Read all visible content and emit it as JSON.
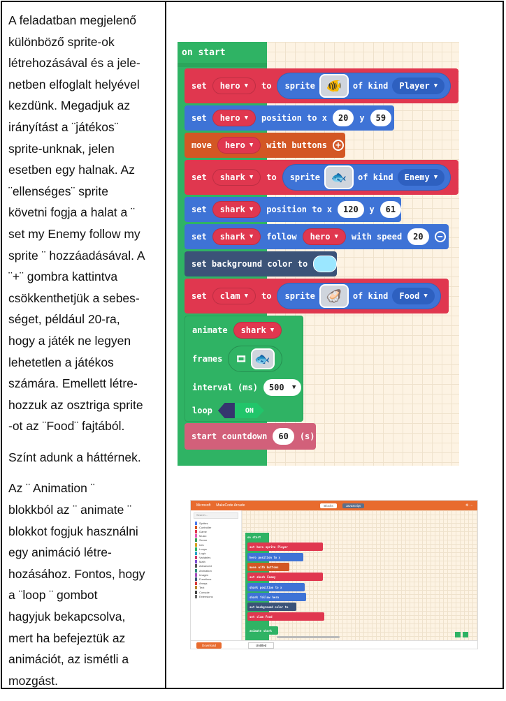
{
  "paragraphs": [
    "A feladatban megjelenő\nkülönböző sprite-ok\nlétrehozásával és a jele-\nnetben elfoglalt helyével\nkezdünk. Megadjuk az\nirányítást a ¨játékos¨\nsprite-unknak, jelen\nesetben egy halnak. Az\n¨ellenséges¨ sprite\nkövetni fogja a halat a ¨\nset my Enemy follow my\nsprite ¨ hozzáadásával. A\n¨+¨ gombra kattintva\ncsökkenthetjük a sebes-\nséget, például 20-ra,\nhogy a játék ne legyen\nlehetetlen a játékos\nszámára. Emellett létre-\nhozzuk az osztriga sprite\n-ot az ¨Food¨ fajtából.",
    "Színt adunk a háttérnek.",
    "Az ¨ Animation ¨\nblokkból az ¨ animate ¨\nblokkot fogjuk használni\negy animáció létre-\nhozásához. Fontos, hogy\na ¨loop ¨ gombot\nhagyjuk bekapcsolva,\nmert ha befejeztük az\nanimációt, az ismétli a\nmozgást."
  ],
  "blocks": {
    "on_start": "on start",
    "set": "set",
    "to": "to",
    "sprite": "sprite",
    "of_kind": "of kind",
    "position_to_x": "position to x",
    "y": "y",
    "move": "move",
    "with_buttons": "with buttons",
    "follow": "follow",
    "with_speed": "with speed",
    "set_background_color_to": "set background color to",
    "animate": "animate",
    "frames": "frames",
    "interval_ms": "interval (ms)",
    "loop": "loop",
    "on": "ON",
    "start_countdown": "start countdown",
    "seconds": "(s)",
    "hero": "hero",
    "shark": "shark",
    "clam": "clam",
    "player": "Player",
    "enemy": "Enemy",
    "food": "Food",
    "hero_x": "20",
    "hero_y": "59",
    "shark_x": "120",
    "shark_y": "61",
    "speed": "20",
    "interval": "500",
    "countdown": "60"
  },
  "mini": {
    "brand": "Microsoft",
    "product": "MakeCode Arcade",
    "tab_blocks": "Blocks",
    "tab_js": "JavaScript",
    "search": "Search...",
    "categories": [
      "Sprites",
      "Controller",
      "Game",
      "Music",
      "Scene",
      "Info",
      "Loops",
      "Logic",
      "Variables",
      "Math",
      "Advanced",
      "Animation",
      "Images",
      "Functions",
      "Arrays",
      "Text",
      "Console",
      "Extensions"
    ],
    "download": "Download",
    "project": "Untitled"
  },
  "colors": {
    "red": "#e0374f",
    "blue": "#3e73d6",
    "green": "#2fb364",
    "orange": "#d35724",
    "slate": "#3b5378",
    "background_swatch": "#9be7ff"
  }
}
